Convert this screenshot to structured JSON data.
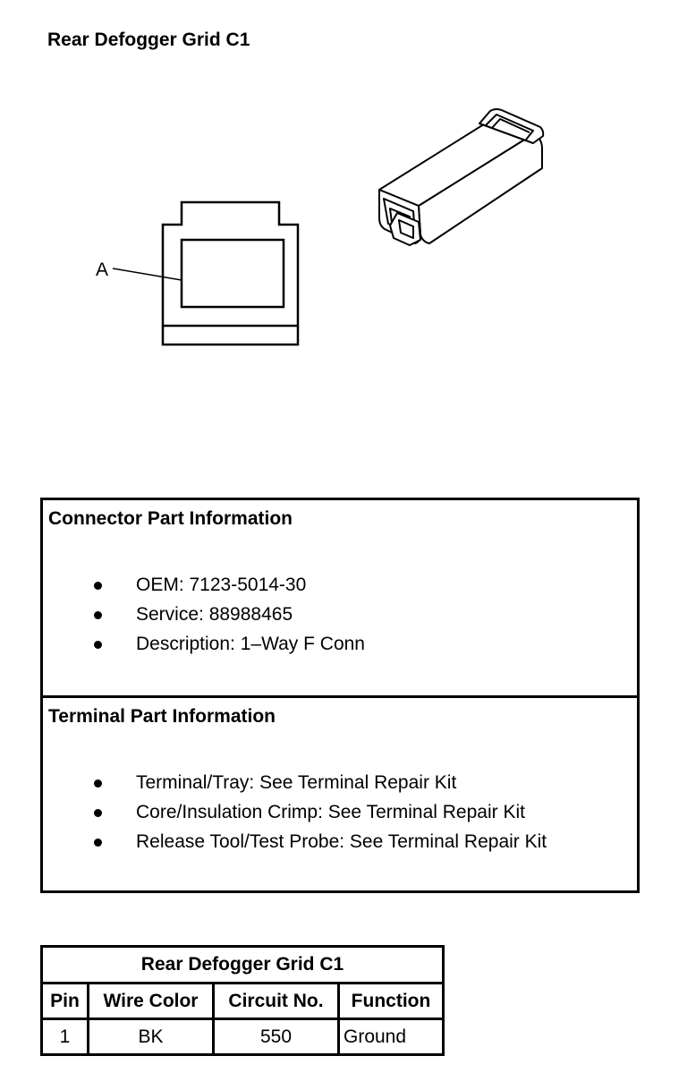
{
  "title": "Rear Defogger Grid C1",
  "diagram": {
    "callout_label": "A"
  },
  "connector_info": {
    "heading": "Connector Part Information",
    "items": [
      "OEM: 7123-5014-30",
      "Service: 88988465",
      "Description: 1–Way F Conn"
    ]
  },
  "terminal_info": {
    "heading": "Terminal Part Information",
    "items": [
      "Terminal/Tray: See Terminal Repair Kit",
      "Core/Insulation Crimp: See Terminal Repair Kit",
      "Release Tool/Test Probe: See Terminal Repair Kit"
    ]
  },
  "pin_table": {
    "title": "Rear Defogger Grid C1",
    "headers": [
      "Pin",
      "Wire Color",
      "Circuit No.",
      "Function"
    ],
    "rows": [
      [
        "1",
        "BK",
        "550",
        "Ground"
      ]
    ]
  }
}
